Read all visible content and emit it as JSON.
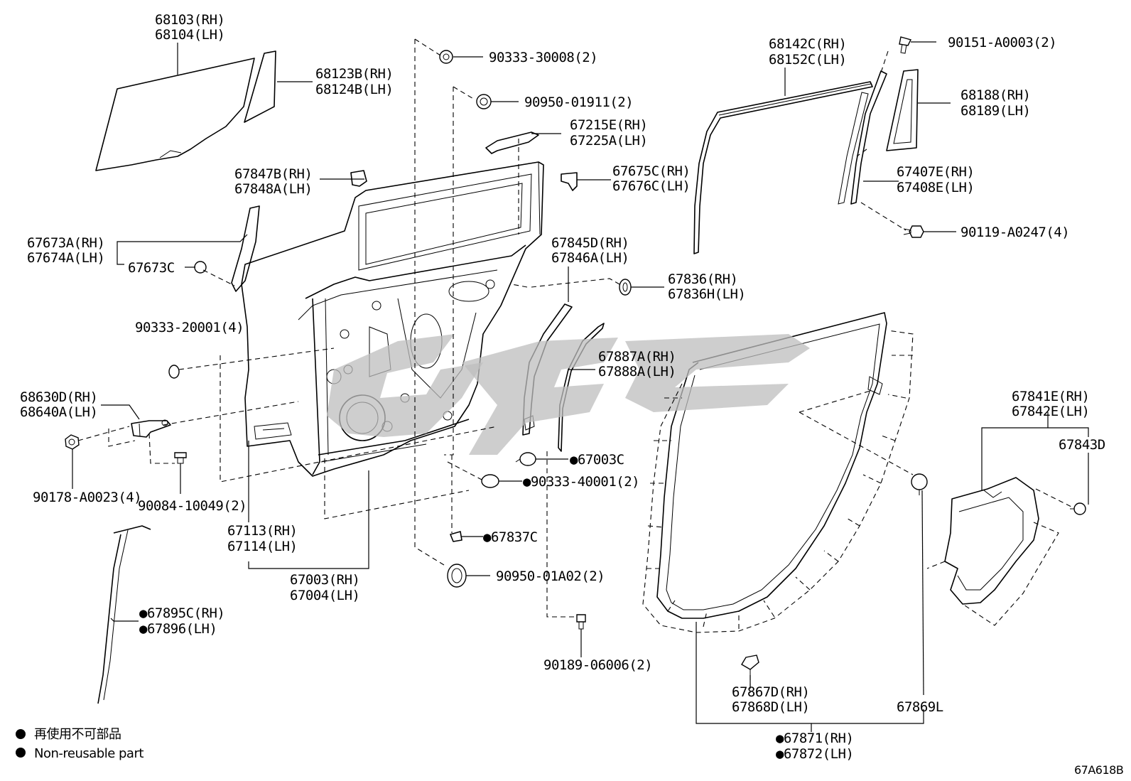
{
  "callouts": [
    {
      "id": "window-glass",
      "lines": [
        "68103(RH)",
        "68104(LH)"
      ]
    },
    {
      "id": "quarter-glass",
      "lines": [
        "68123B(RH)",
        "68124B(LH)"
      ]
    },
    {
      "id": "run-channel-upper",
      "lines": [
        "67847B(RH)",
        "67848A(LH)"
      ]
    },
    {
      "id": "garnish",
      "lines": [
        "67673A(RH)",
        "67674A(LH)"
      ]
    },
    {
      "id": "garnish-clip",
      "lines": [
        "67673C"
      ]
    },
    {
      "id": "hole-plug-small",
      "lines": [
        "90333-20001(4)"
      ]
    },
    {
      "id": "check-assy",
      "lines": [
        "68630D(RH)",
        "68640A(LH)"
      ]
    },
    {
      "id": "check-nut",
      "lines": [
        "90178-A0023(4)"
      ]
    },
    {
      "id": "check-bolt",
      "lines": [
        "90084-10049(2)"
      ]
    },
    {
      "id": "door-panel-sub",
      "lines": [
        "67113(RH)",
        "67114(LH)"
      ]
    },
    {
      "id": "door-panel",
      "lines": [
        "67003(RH)",
        "67004(LH)"
      ]
    },
    {
      "id": "door-wire",
      "lines": [
        "●67895C(RH)",
        "●67896(LH)"
      ]
    },
    {
      "id": "hole-plug-top",
      "lines": [
        "90333-30008(2)"
      ]
    },
    {
      "id": "grommet-top",
      "lines": [
        "90950-01911(2)"
      ]
    },
    {
      "id": "stopper-upper",
      "lines": [
        "67215E(RH)",
        "67225A(LH)"
      ]
    },
    {
      "id": "bracket",
      "lines": [
        "67675C(RH)",
        "67676C(LH)"
      ]
    },
    {
      "id": "seal-vertical",
      "lines": [
        "67845D(RH)",
        "67846A(LH)"
      ]
    },
    {
      "id": "cushion",
      "lines": [
        "67836(RH)",
        "67836H(LH)"
      ]
    },
    {
      "id": "weatherstrip-rear",
      "lines": [
        "67887A(RH)",
        "67888A(LH)"
      ]
    },
    {
      "id": "plug-003c",
      "lines": [
        "●67003C"
      ]
    },
    {
      "id": "hole-plug-large",
      "lines": [
        "●90333-40001(2)"
      ]
    },
    {
      "id": "clip-837c",
      "lines": [
        "●67837C"
      ]
    },
    {
      "id": "grommet-bottom",
      "lines": [
        "90950-01A02(2)"
      ]
    },
    {
      "id": "screw-bottom",
      "lines": [
        "90189-06006(2)"
      ]
    },
    {
      "id": "belt-molding",
      "lines": [
        "68142C(RH)",
        "68152C(LH)"
      ]
    },
    {
      "id": "screw-top-right",
      "lines": [
        "90151-A0003(2)"
      ]
    },
    {
      "id": "quarter-frame",
      "lines": [
        "68188(RH)",
        "68189(LH)"
      ]
    },
    {
      "id": "division-bar",
      "lines": [
        "67407E(RH)",
        "67408E(LH)"
      ]
    },
    {
      "id": "bolt-division",
      "lines": [
        "90119-A0247(4)"
      ]
    },
    {
      "id": "service-hole-cover",
      "lines": [
        "67841E(RH)",
        "67842E(LH)"
      ]
    },
    {
      "id": "cover-clip",
      "lines": [
        "67843D"
      ]
    },
    {
      "id": "weatherstrip-clip",
      "lines": [
        "67867D(RH)",
        "67868D(LH)"
      ]
    },
    {
      "id": "weatherstrip-clip-b",
      "lines": [
        "67869L"
      ]
    },
    {
      "id": "door-weatherstrip",
      "lines": [
        "●67871(RH)",
        "●67872(LH)"
      ]
    }
  ],
  "legend": {
    "japanese": "再使用不可部品",
    "english": "Non-reusable part"
  },
  "diagram_code": "67A618B"
}
